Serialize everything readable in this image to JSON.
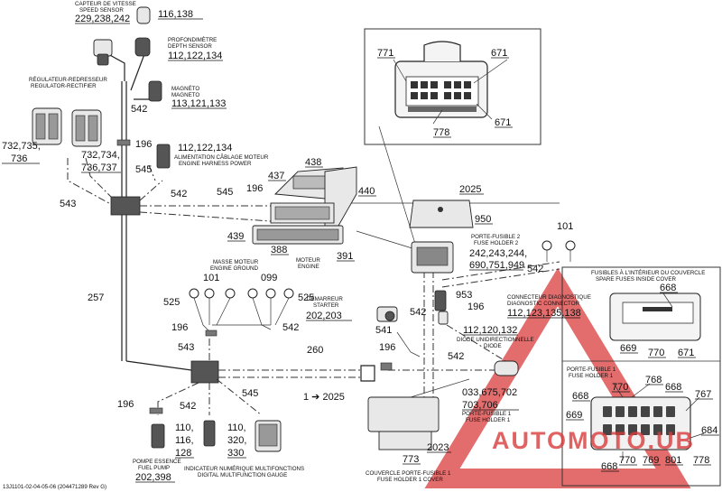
{
  "colors": {
    "watermark_red": "#d93b3b",
    "watermark_grey": "#9a9a9a",
    "line": "#222222"
  },
  "labels": {
    "speed_sensor_fr": "CAPTEUR DE VITESSE",
    "speed_sensor_en": "SPEED SENSOR",
    "speed_sensor_num": "229,238,242",
    "n116_138": "116,138",
    "depth_fr": "PROFONDIMÈTRE",
    "depth_en": "DEPTH SENSOR",
    "depth_num": "112,122,134",
    "magneto_fr": "MAGNÉTO",
    "magneto_en": "MAGNETO",
    "magneto_num": "113,121,133",
    "regulator_fr": "RÉGULATEUR-REDRESSEUR",
    "regulator_en": "REGULATOR-RECTIFIER",
    "n732_735": "732,735,",
    "n736": "736",
    "n732_734": "732,734,",
    "n736_737": "736,737",
    "n542_a": "542",
    "n196_a": "196",
    "n545_a": "545",
    "n543_a": "543",
    "n542_b": "542",
    "engine_power_num": "112,122,134",
    "engine_power_fr": "ALIMENTATION CÂBLAGE MOTEUR",
    "engine_power_en": "ENGINE HARNESS POWER",
    "n438": "438",
    "n437": "437",
    "n196_b": "196",
    "n545_b": "545",
    "n440": "440",
    "n439": "439",
    "n388": "388",
    "engine_fr": "MOTEUR",
    "engine_en": "ENGINE",
    "n391": "391",
    "n771": "771",
    "n671_a": "671",
    "n671_b": "671",
    "n778_a": "778",
    "n2025_a": "2025",
    "n950": "950",
    "fh2_fr": "PORTE-FUSIBLE 2",
    "fh2_en": "FUSE HOLDER 2",
    "fh2_num1": "242,243,244,",
    "fh2_num2": "690,751,949",
    "n101_a": "101",
    "n542_c": "542",
    "n953": "953",
    "n196_c": "196",
    "diag_fr": "CONNECTEUR DIAGNOSTIQUE",
    "diag_en": "DIAGNOSTIC CONNECTOR",
    "diag_num": "112,123,135,138",
    "spare_fr": "FUSIBLES À L'INTÉRIEUR DU COUVERCLE",
    "spare_en": "SPARE FUSES INSIDE COVER",
    "n668_a": "668",
    "n669_a": "669",
    "n770_a": "770",
    "n671_c": "671",
    "ground_fr": "MASSE MOTEUR",
    "ground_en": "ENGINE GROUND",
    "n101_b": "101",
    "n099": "099",
    "n525_a": "525",
    "n525_b": "525",
    "n196_d": "196",
    "n542_d": "542",
    "n543_b": "543",
    "starter_fr": "DÉMARREUR",
    "starter_en": "STARTER",
    "starter_num": "202,203",
    "n541": "541",
    "n542_e": "542",
    "diode_num": "112,120,132",
    "diode_fr": "DIODE UNIDIRECTIONNELLE",
    "diode_en": "DIODE",
    "n257": "257",
    "n260": "260",
    "n196_e": "196",
    "n542_f": "542",
    "arrow_2025": "1 ➔ 2025",
    "n545_c": "545",
    "n196_f": "196",
    "n542_g": "542",
    "fh1_nums1": "033,675,702",
    "fh1_nums2": "703,706",
    "fh1_fr": "PORTE-FUSIBLE 1",
    "fh1_en": "FUSE HOLDER 1",
    "fh1_box_fr": "PORTE-FUSIBLE 1",
    "fh1_box_en": "FUSE HOLDER 1",
    "n768": "768",
    "n770_b": "770",
    "n668_b": "668",
    "n668_c": "668",
    "n767": "767",
    "n669_b": "669",
    "n684": "684",
    "n668_d": "668",
    "n770_c": "770",
    "n769": "769",
    "n801": "801",
    "n778_b": "778",
    "fuel_num1": "110,",
    "fuel_num2": "116,",
    "fuel_num3": "128",
    "fuel_fr": "POMPE ESSENCE",
    "fuel_en": "FUEL PUMP",
    "fuel_code": "202,398",
    "gauge_num1": "110,",
    "gauge_num2": "320,",
    "gauge_num3": "330",
    "gauge_fr": "INDICATEUR NUMÉRIQUE MULTIFONCTIONS",
    "gauge_en": "DIGITAL MULTIFUNCTION GAUGE",
    "n773": "773",
    "n2023": "2023",
    "cover_fr": "COUVERCLE PORTE-FUSIBLE 1",
    "cover_en": "FUSE HOLDER 1 COVER",
    "doc_code": "13J1101-02-04-05-06 (204471289 Rev G)",
    "watermark": "AUTOMOTO.UB"
  }
}
